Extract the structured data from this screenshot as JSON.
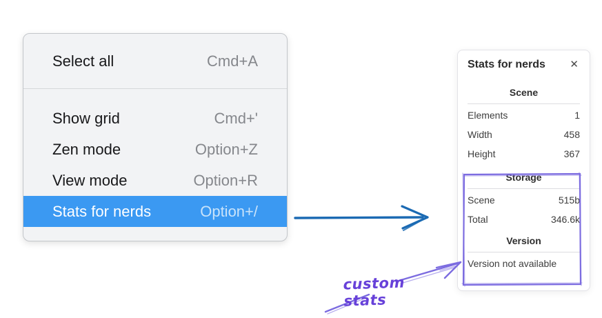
{
  "menu": {
    "items": [
      {
        "label": "Select all",
        "shortcut": "Cmd+A"
      },
      {
        "label": "Show grid",
        "shortcut": "Cmd+'"
      },
      {
        "label": "Zen mode",
        "shortcut": "Option+Z"
      },
      {
        "label": "View mode",
        "shortcut": "Option+R"
      },
      {
        "label": "Stats for nerds",
        "shortcut": "Option+/",
        "state": "highlighted"
      }
    ]
  },
  "stats_panel": {
    "title": "Stats for nerds",
    "close_icon": "✕",
    "scene": {
      "heading": "Scene",
      "rows": [
        {
          "label": "Elements",
          "value": "1"
        },
        {
          "label": "Width",
          "value": "458"
        },
        {
          "label": "Height",
          "value": "367"
        }
      ]
    },
    "storage": {
      "heading": "Storage",
      "rows": [
        {
          "label": "Scene",
          "value": "515b"
        },
        {
          "label": "Total",
          "value": "346.6k"
        }
      ]
    },
    "version": {
      "heading": "Version",
      "note": "Version not available"
    }
  },
  "annotation": {
    "label": "custom stats"
  },
  "colors": {
    "menu-highlight": "#3b99f2",
    "menu-highlight-shortcut": "#c9e3fa",
    "blue-arrow": "#1b6ab3",
    "annotation-purple": "#7c6ce0",
    "annotation-text": "#6741d9"
  }
}
